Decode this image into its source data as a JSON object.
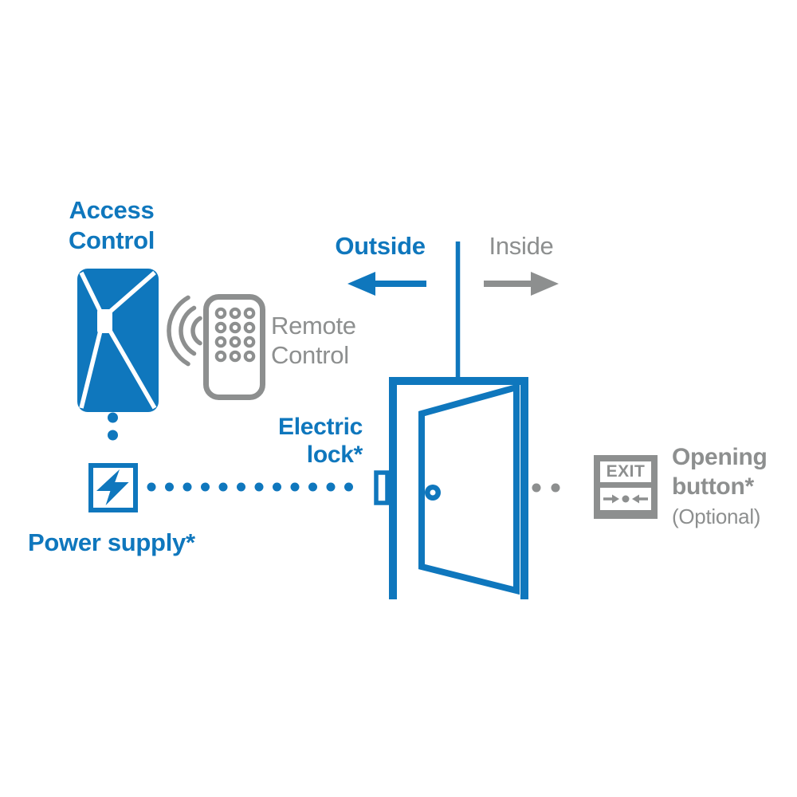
{
  "colors": {
    "accent_blue": "#0f77bd",
    "neutral_gray": "#8d8f8f",
    "background": "#ffffff"
  },
  "zones": {
    "outside": "Outside",
    "inside": "Inside"
  },
  "devices": {
    "access_control": {
      "label_line1": "Access",
      "label_line2": "Control"
    },
    "remote_control": {
      "label_line1": "Remote",
      "label_line2": "Control"
    },
    "electric_lock": {
      "label_line1": "Electric",
      "label_line2": "lock*"
    },
    "power_supply": {
      "label": "Power supply*"
    },
    "opening_button": {
      "label_line1": "Opening",
      "label_line2": "button*",
      "note": "(Optional)",
      "panel_text": "EXIT",
      "panel_symbol": "→●←"
    }
  },
  "icons": {
    "access_reader": "access-control-reader-icon",
    "wireless_waves": "wireless-waves-icon",
    "remote": "remote-control-icon",
    "power_supply": "power-supply-lightning-icon",
    "electric_lock": "electric-lock-strike-icon",
    "door": "open-door-icon",
    "exit_button": "exit-button-icon",
    "outside_arrow": "left-arrow-icon",
    "inside_arrow": "right-arrow-icon"
  }
}
